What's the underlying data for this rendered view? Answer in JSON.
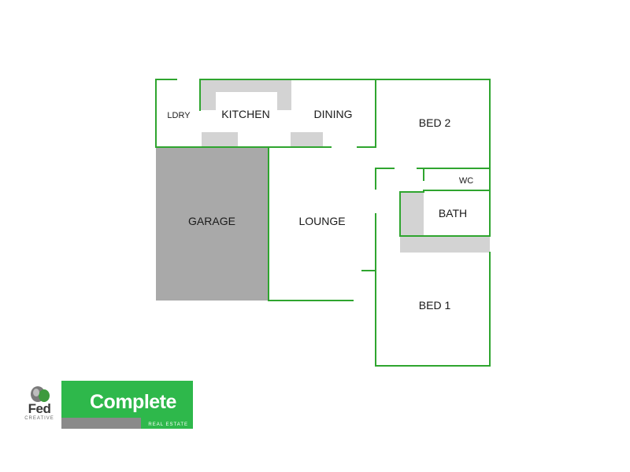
{
  "rooms": {
    "laundry": "LDRY",
    "kitchen": "KITCHEN",
    "dining": "DINING",
    "bed2": "BED 2",
    "wc": "WC",
    "bath": "BATH",
    "garage": "GARAGE",
    "lounge": "LOUNGE",
    "bed1": "BED 1"
  },
  "colors": {
    "wall": "#2fa52f",
    "garage_fill": "#a9a9a9",
    "bench_fill": "#d3d3d3",
    "brand_green": "#2eb84b"
  },
  "logos": {
    "fed": {
      "name": "Fed",
      "sub": "CREATIVE"
    },
    "complete": {
      "name": "Complete",
      "sub": "REAL ESTATE"
    }
  }
}
